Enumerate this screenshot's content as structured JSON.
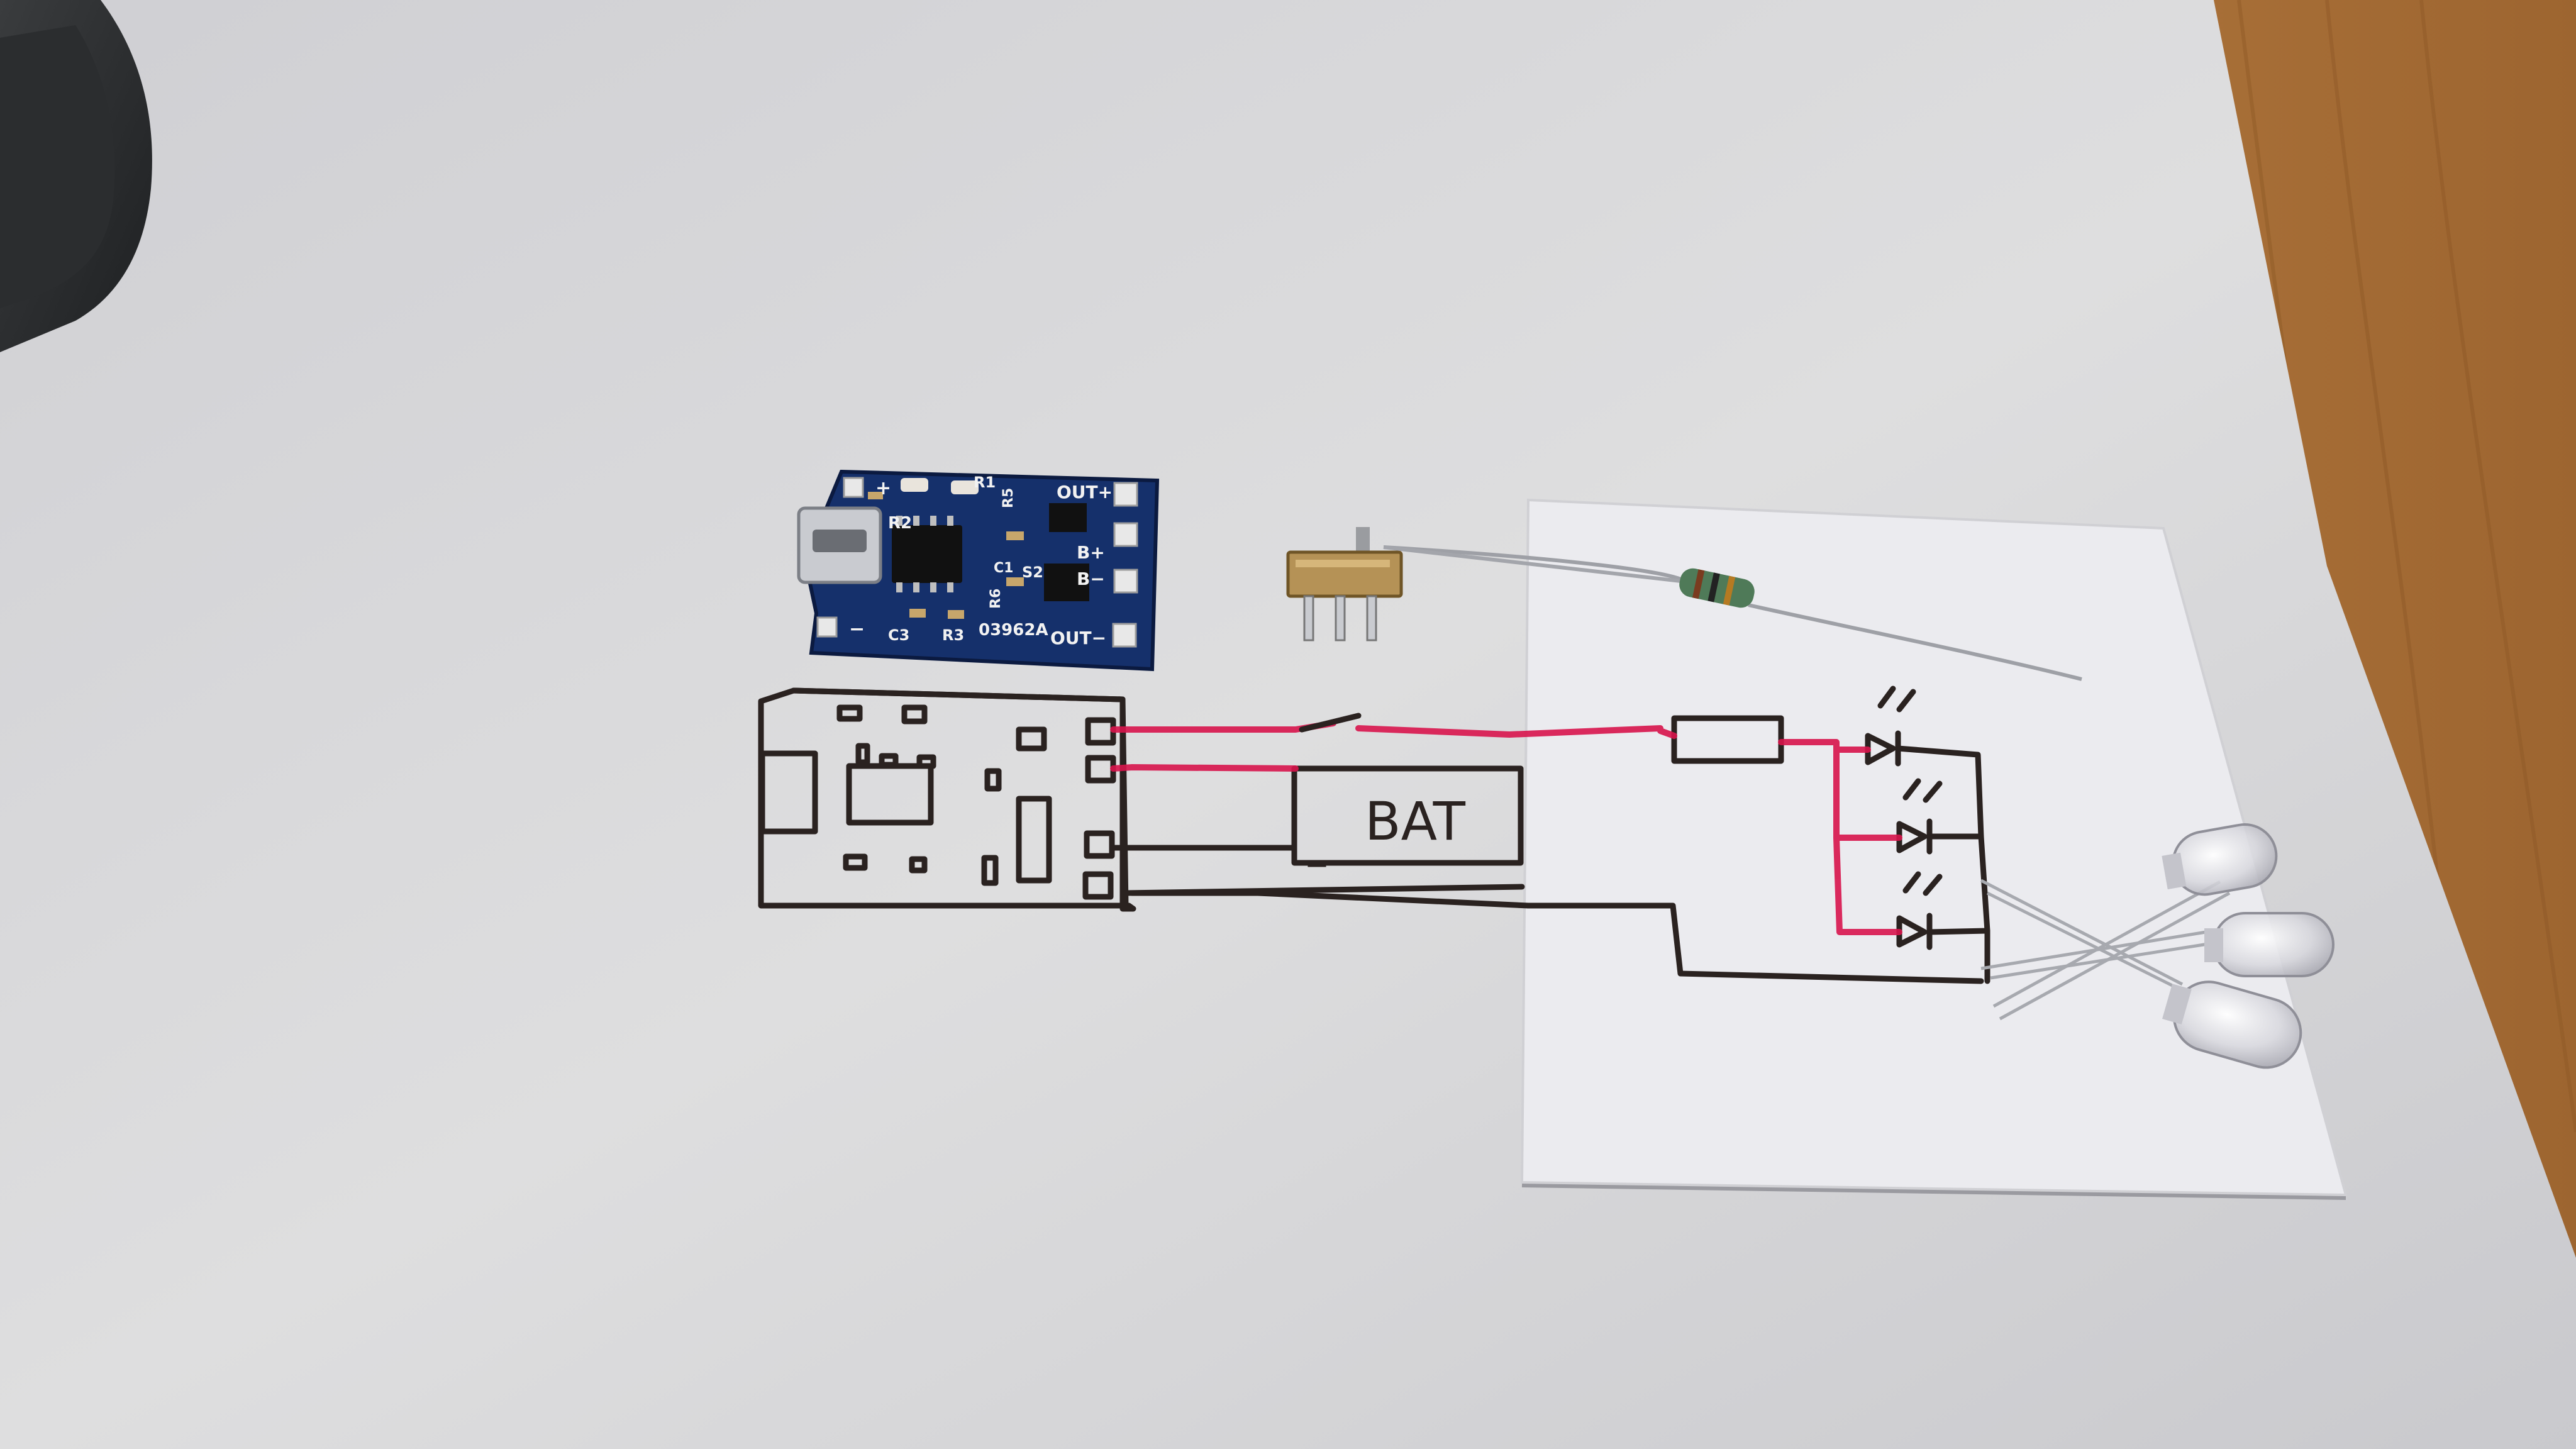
{
  "photo": {
    "colors": {
      "desk": "#b27a3c",
      "paper": "#dcdcdf",
      "paper_card": "#ececf0",
      "pcb": "#15306b",
      "ink": "#2a2220",
      "red_marker": "#d8144c",
      "resistor_body": "#4f7a58",
      "switch_body": "#b59256"
    },
    "pcb_labels": {
      "plus": "+",
      "minus": "−",
      "r2": "R2",
      "r1": "R1",
      "r5": "R5",
      "c1": "C1",
      "s2": "S2",
      "r6": "R6",
      "c3": "C3",
      "r3": "R3",
      "model": "03962A",
      "out_plus": "OUT+",
      "b_plus": "B+",
      "b_minus": "B−",
      "out_minus": "OUT−"
    },
    "drawing_labels": {
      "battery": "BAT",
      "battery_minus": "_"
    },
    "objects": [
      "tp4056-charger-board",
      "slide-switch",
      "resistor",
      "led-clear-1",
      "led-clear-2",
      "led-clear-3",
      "hand-drawn-schematic",
      "laptop-corner"
    ]
  }
}
